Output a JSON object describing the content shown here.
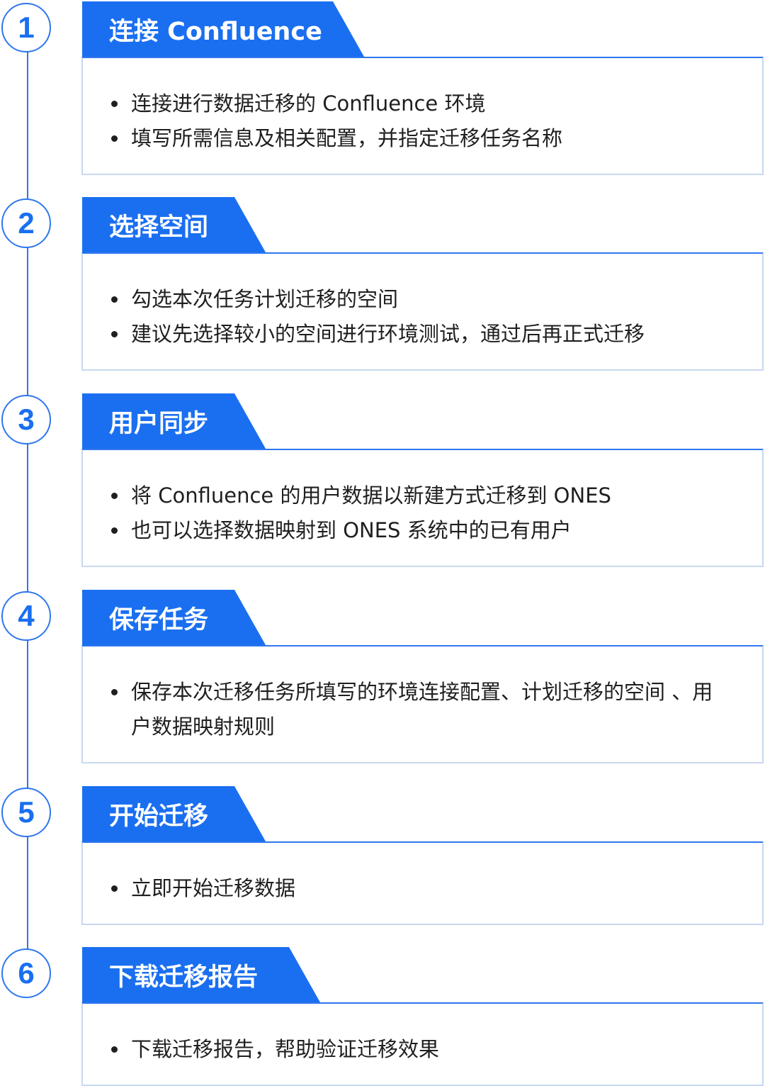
{
  "steps": [
    {
      "number": "1",
      "title": "连接 Confluence",
      "items": [
        "连接进行数据迁移的 Confluence 环境",
        "填写所需信息及相关配置，并指定迁移任务名称"
      ]
    },
    {
      "number": "2",
      "title": "选择空间",
      "items": [
        "勾选本次任务计划迁移的空间",
        "建议先选择较小的空间进行环境测试，通过后再正式迁移"
      ]
    },
    {
      "number": "3",
      "title": "用户同步",
      "items": [
        "将 Confluence 的用户数据以新建方式迁移到 ONES",
        "也可以选择数据映射到 ONES 系统中的已有用户"
      ]
    },
    {
      "number": "4",
      "title": "保存任务",
      "items": [
        "保存本次迁移任务所填写的环境连接配置、计划迁移的空间 、用户数据映射规则"
      ]
    },
    {
      "number": "5",
      "title": "开始迁移",
      "items": [
        "立即开始迁移数据"
      ]
    },
    {
      "number": "6",
      "title": "下载迁移报告",
      "items": [
        "下载迁移报告，帮助验证迁移效果"
      ]
    }
  ],
  "colors": {
    "accent": "#1a6ff0",
    "border": "#c9d8f0"
  }
}
